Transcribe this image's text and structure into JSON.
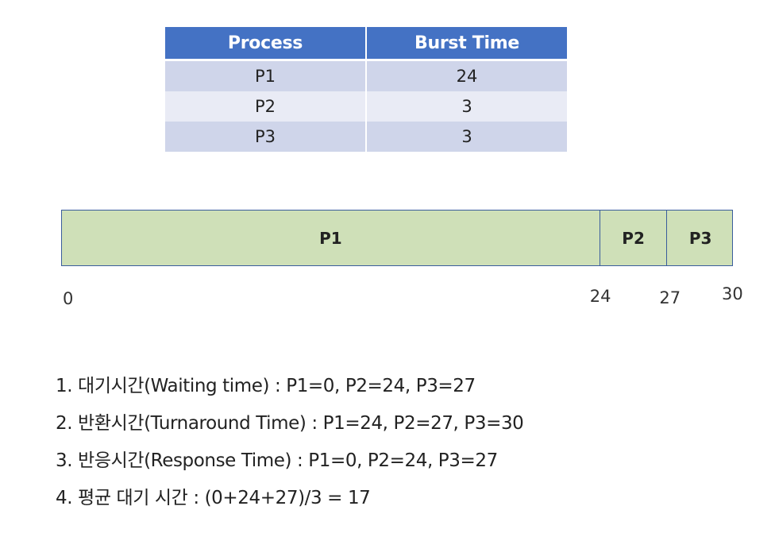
{
  "table": {
    "headers": [
      "Process",
      "Burst Time"
    ],
    "rows": [
      [
        "P1",
        "24"
      ],
      [
        "P2",
        "3"
      ],
      [
        "P3",
        "3"
      ]
    ]
  },
  "gantt": {
    "start": 0,
    "end": 30,
    "segments": [
      {
        "label": "P1",
        "start": 0,
        "end": 24
      },
      {
        "label": "P2",
        "start": 24,
        "end": 27
      },
      {
        "label": "P3",
        "start": 27,
        "end": 30
      }
    ],
    "ticks": [
      "0",
      "24",
      "27",
      "30"
    ],
    "colors": {
      "fill": "#cfe0b8",
      "border": "#3a5d9c"
    }
  },
  "notes": [
    "1. 대기시간(Waiting time) : P1=0, P2=24, P3=27",
    "2. 반환시간(Turnaround Time) : P1=24, P2=27, P3=30",
    "3. 반응시간(Response Time) : P1=0, P2=24, P3=27",
    "4. 평균 대기 시간 : (0+24+27)/3 = 17"
  ],
  "colors": {
    "header_bg": "#4472c4",
    "row_odd_bg": "#cfd5ea",
    "row_even_bg": "#e9ebf5"
  }
}
